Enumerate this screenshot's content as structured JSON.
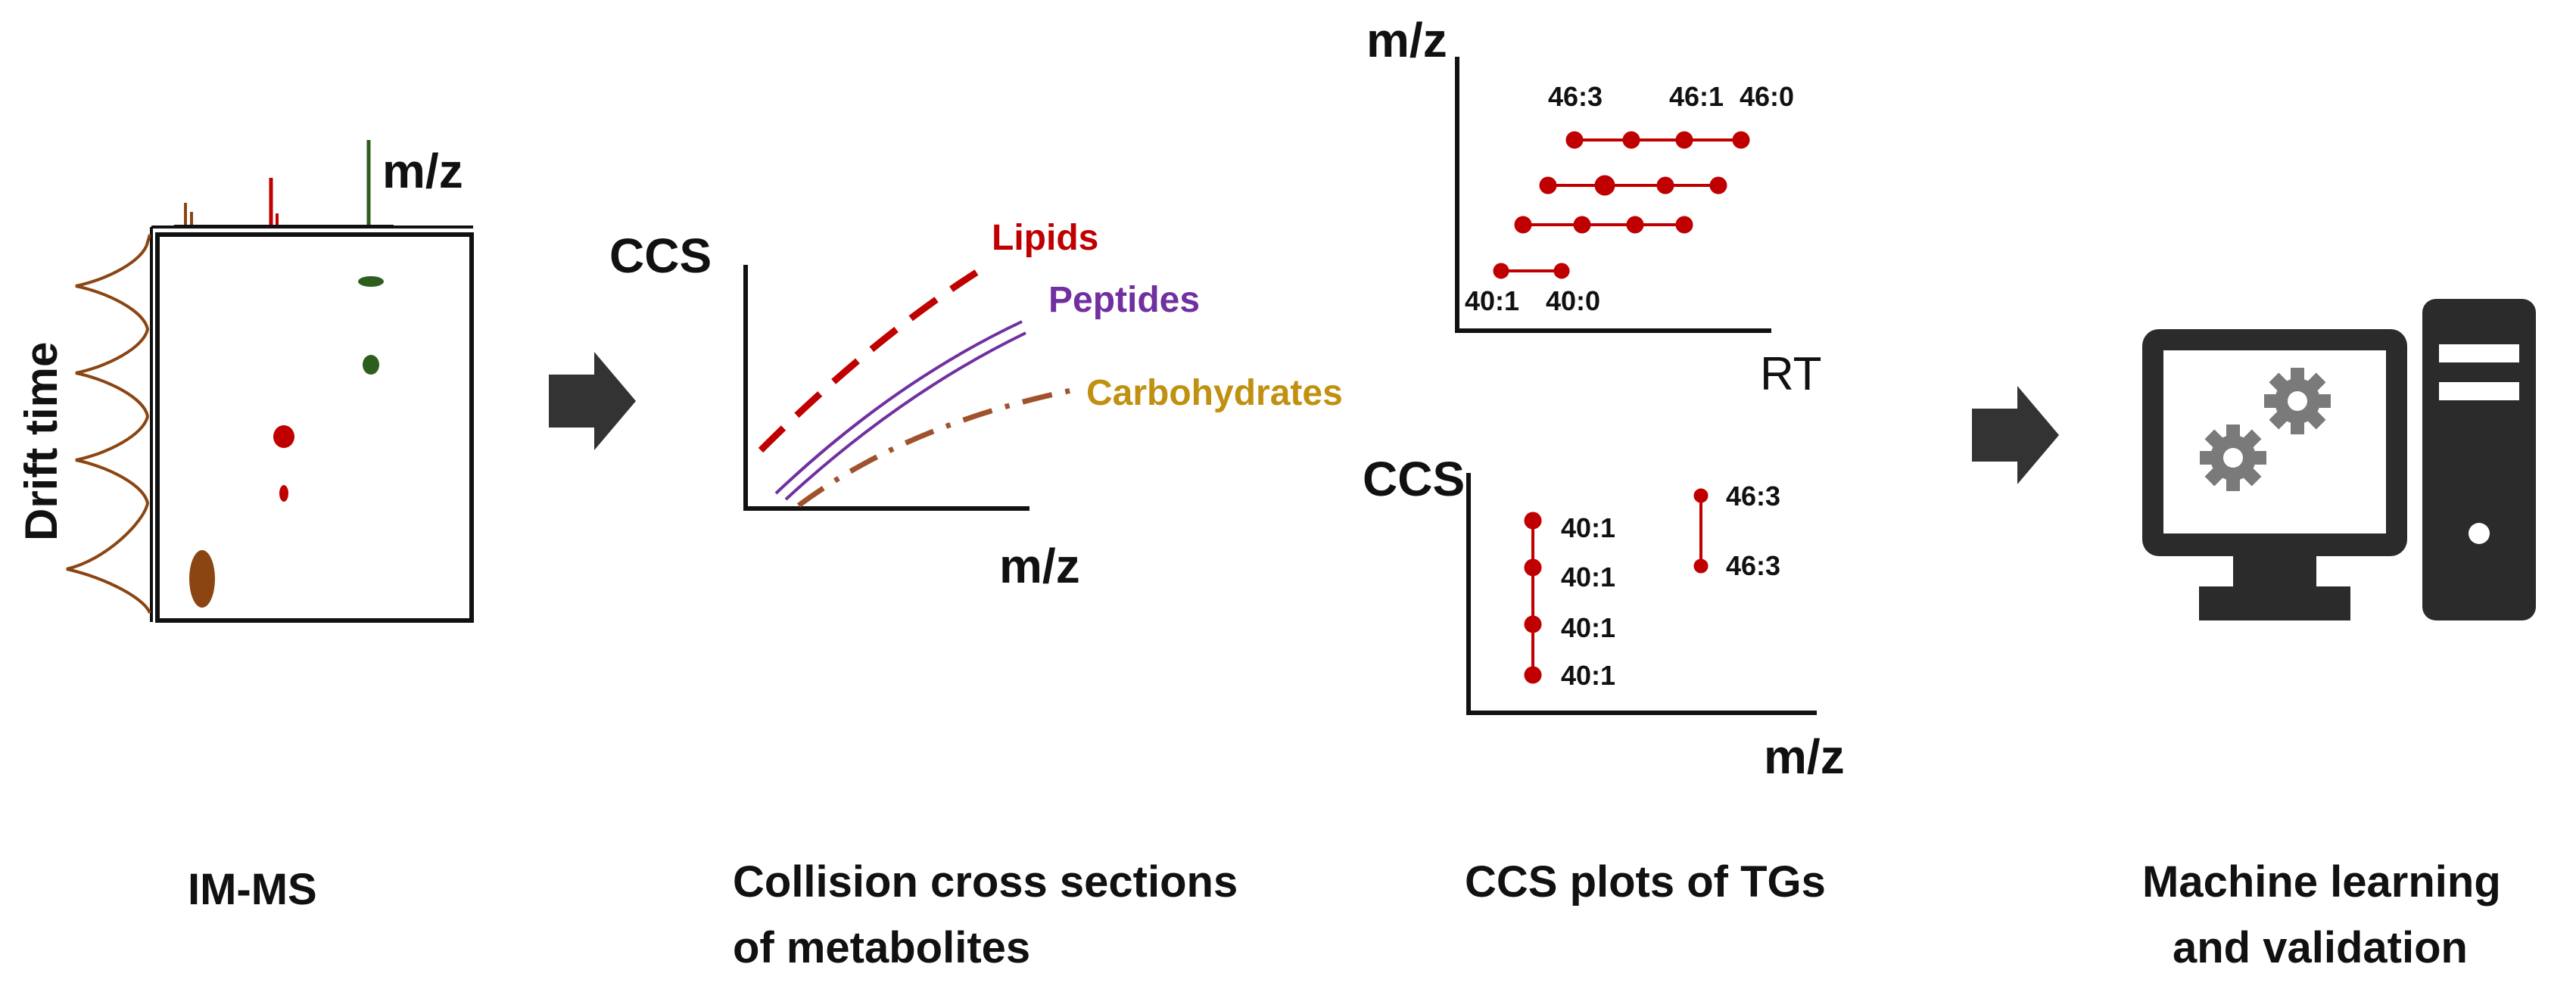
{
  "panels": {
    "imms": {
      "caption": "IM-MS",
      "x_label": "m/z",
      "y_label": "Drift time"
    },
    "ccs_metabolites": {
      "caption_line1": "Collision cross sections",
      "caption_line2": "of metabolites",
      "y_label": "CCS",
      "x_label": "m/z",
      "series": [
        {
          "name": "Lipids",
          "color": "#c00000",
          "style": "dashed"
        },
        {
          "name": "Peptides",
          "color": "#7030a0",
          "style": "double"
        },
        {
          "name": "Carbohydrates",
          "color": "#c09010",
          "style": "dash-dot"
        }
      ]
    },
    "tg_plots": {
      "caption": "CCS plots of TGs",
      "top": {
        "y_label": "m/z",
        "x_label": "RT",
        "labels": {
          "a": "46:3",
          "b": "46:1",
          "c": "46:0",
          "d": "40:1",
          "e": "40:0"
        }
      },
      "bottom": {
        "y_label": "CCS",
        "x_label": "m/z",
        "left_labels": [
          "40:1",
          "40:1",
          "40:1",
          "40:1"
        ],
        "right_labels": [
          "46:3",
          "46:3"
        ]
      }
    },
    "ml": {
      "caption_line1": "Machine learning",
      "caption_line2": "and validation"
    }
  },
  "colors": {
    "red": "#c00000",
    "green": "#2e5e1e",
    "brown": "#8b4513",
    "purple": "#7030a0",
    "gold": "#c09010",
    "arrow": "#333333"
  }
}
